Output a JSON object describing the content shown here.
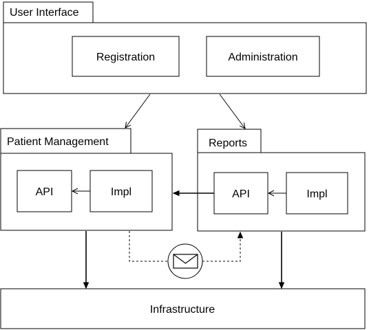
{
  "packages": {
    "user_interface": {
      "title": "User Interface",
      "components": {
        "registration": "Registration",
        "administration": "Administration"
      }
    },
    "patient_management": {
      "title": "Patient Management",
      "components": {
        "api": "API",
        "impl": "Impl"
      }
    },
    "reports": {
      "title": "Reports",
      "components": {
        "api": "API",
        "impl": "Impl"
      }
    },
    "infrastructure": {
      "title": "Infrastructure"
    }
  },
  "icons": {
    "message": "envelope-icon"
  }
}
